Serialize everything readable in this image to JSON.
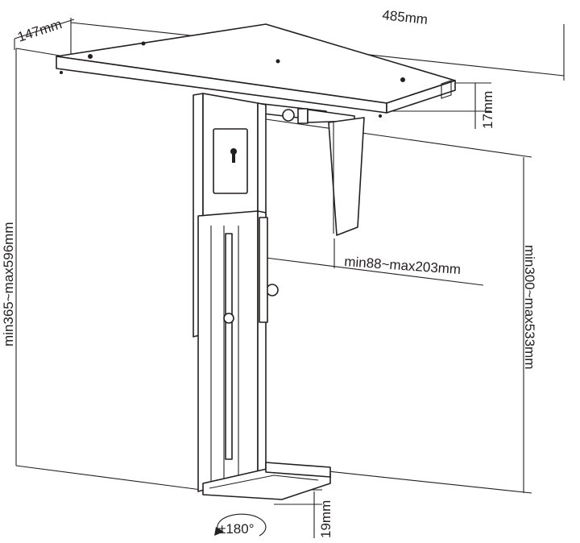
{
  "dimensions": {
    "depth": "147mm",
    "width": "485mm",
    "plate_thickness": "17mm",
    "total_height": "min365~max596mm",
    "pc_width_range": "min88~max203mm",
    "pc_height_range": "min300~max533mm",
    "bottom_height": "19mm",
    "rotation": "±180°"
  }
}
